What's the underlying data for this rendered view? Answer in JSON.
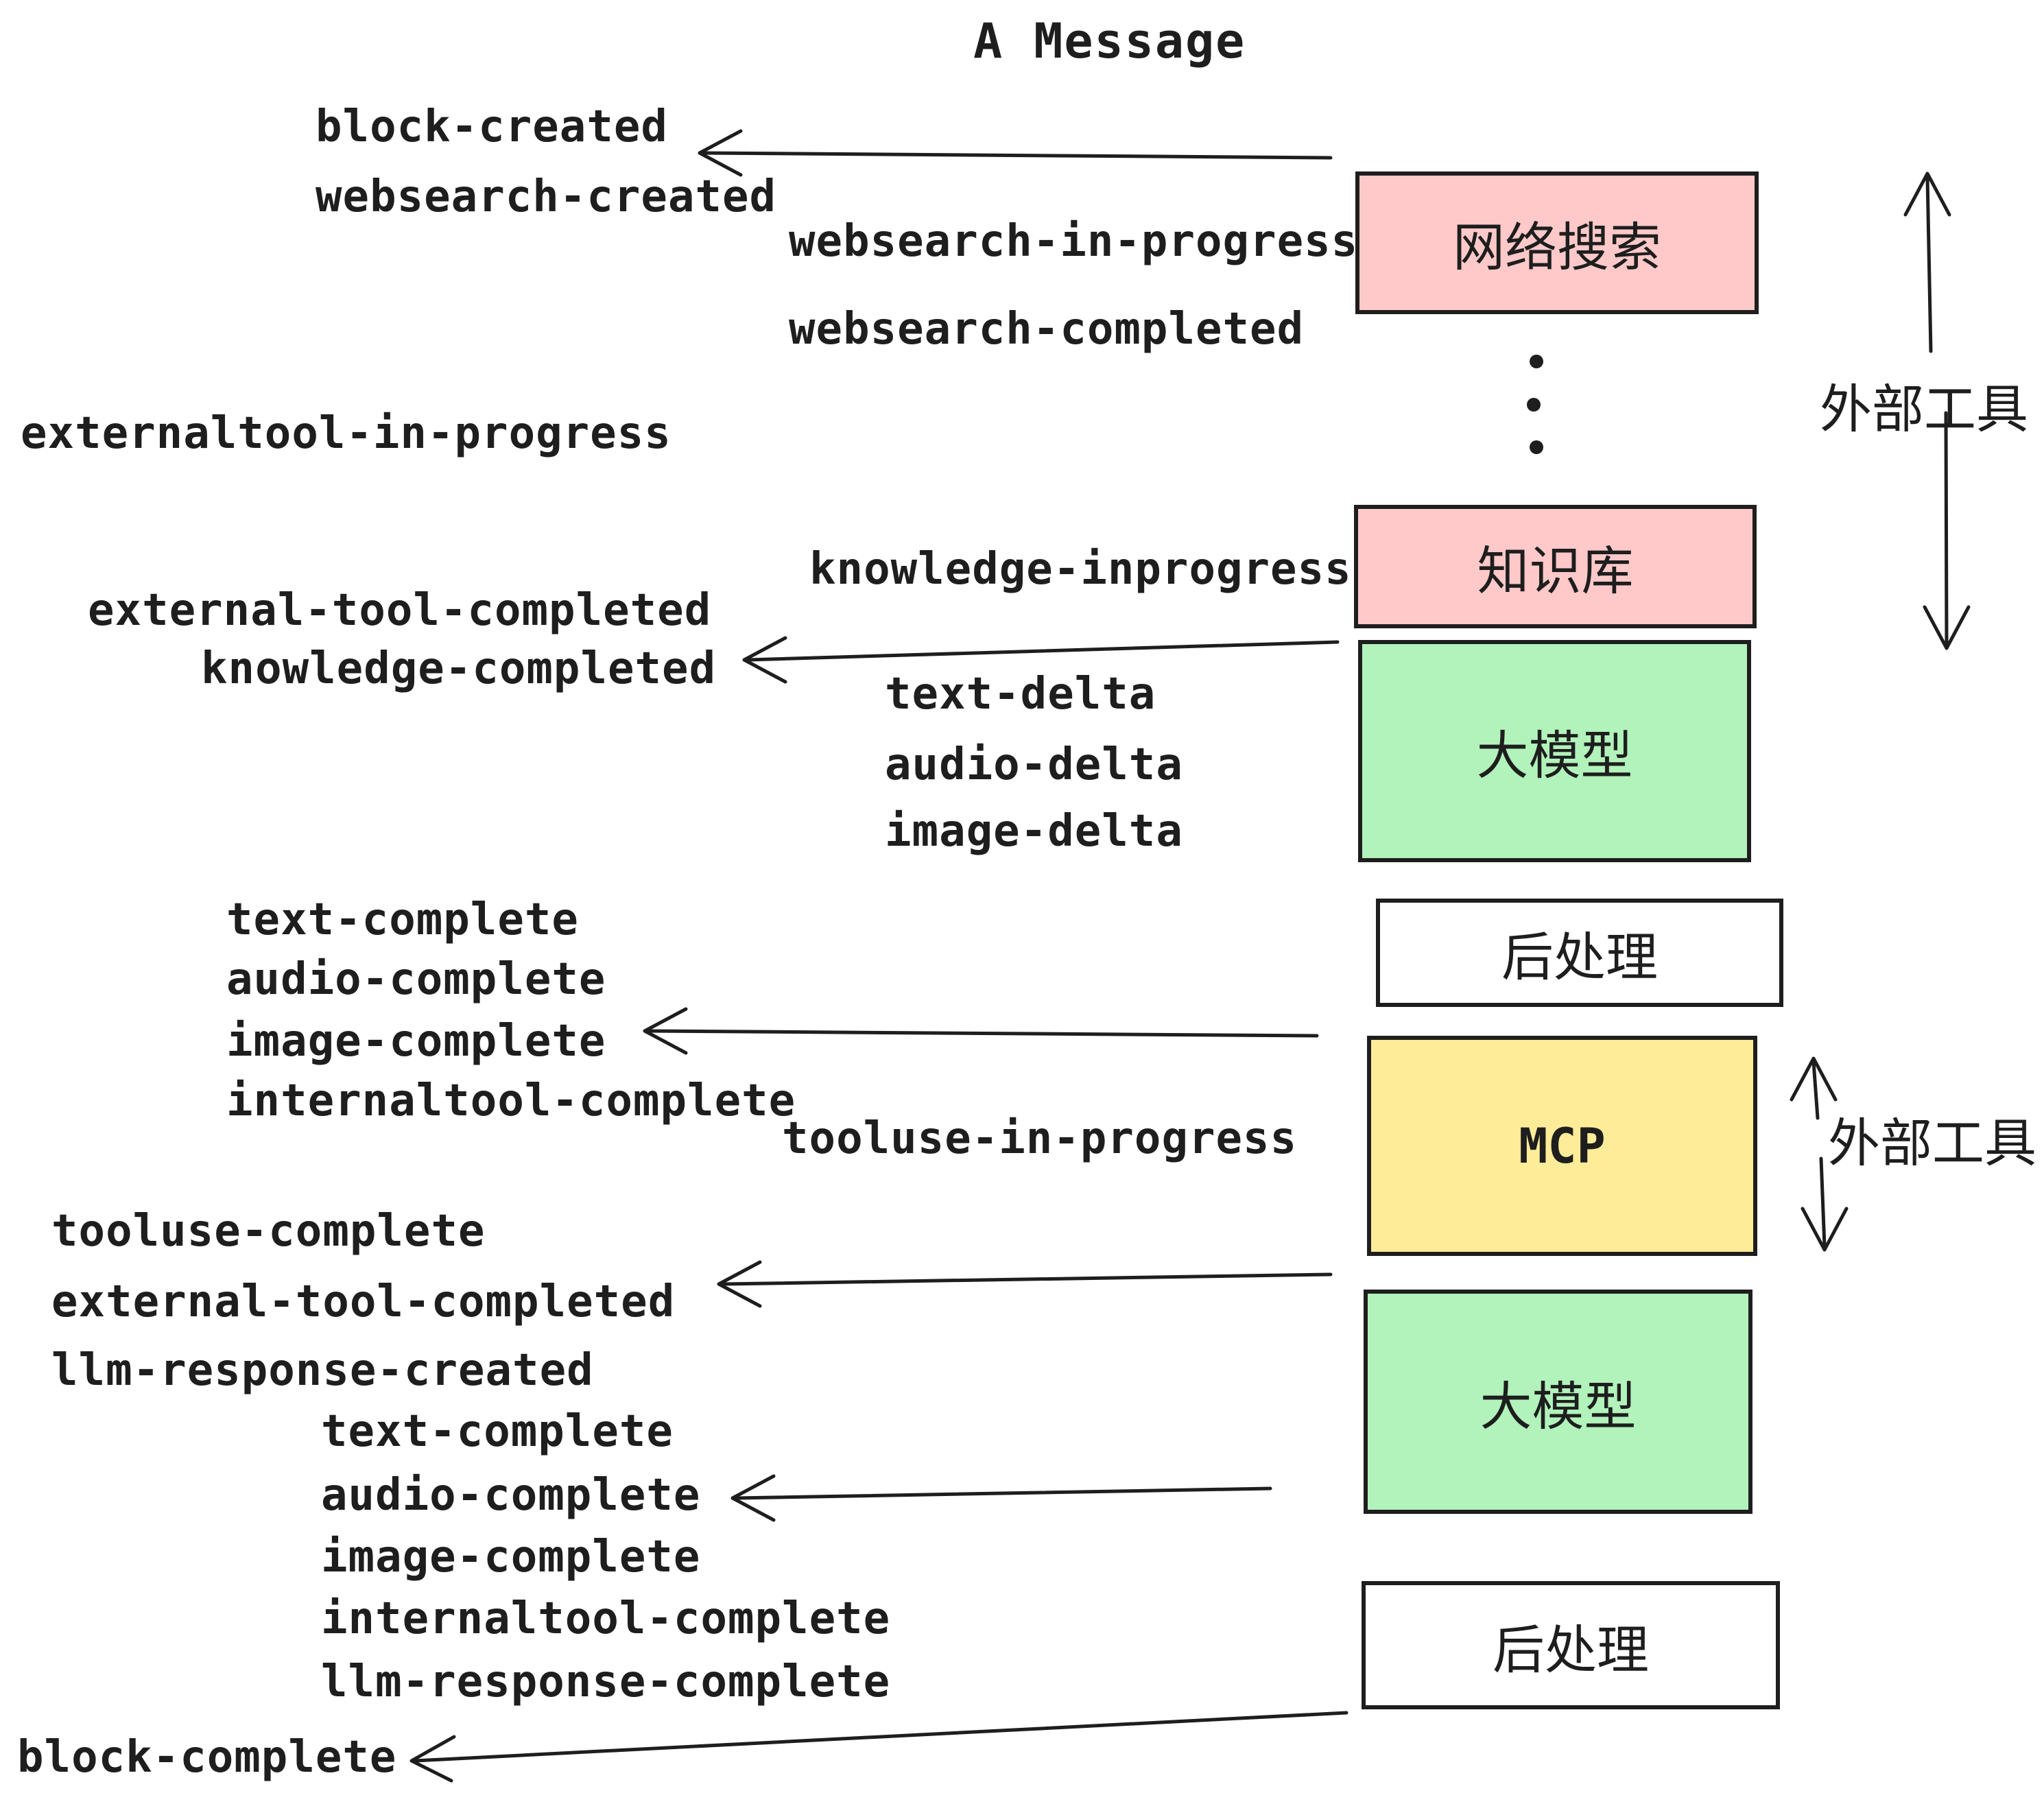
{
  "title": "A Message",
  "palette": {
    "ink": "#1e1e1e",
    "pink": "#ffc9c9",
    "green": "#b2f2bb",
    "yellow": "#ffec99",
    "white": "#ffffff"
  },
  "boxes": {
    "websearch": "网络搜索",
    "knowledge": "知识库",
    "llm_top": "大模型",
    "post_top": "后处理",
    "mcp": "MCP",
    "llm_bottom": "大模型",
    "post_bottom": "后处理"
  },
  "side_labels": {
    "external_tools_top": "外部工具",
    "external_tools_bottom": "外部工具"
  },
  "events": {
    "block_created": "block-created",
    "websearch_created": "websearch-created",
    "websearch_in_progress": "websearch-in-progress",
    "websearch_completed": "websearch-completed",
    "externaltool_in_progress": "externaltool-in-progress",
    "knowledge_inprogress": "knowledge-inprogress",
    "external_tool_completed_1": "external-tool-completed",
    "knowledge_completed": "knowledge-completed",
    "text_delta_1": "text-delta",
    "audio_delta_1": "audio-delta",
    "image_delta_1": "image-delta",
    "text_complete_1": "text-complete",
    "audio_complete_1": "audio-complete",
    "image_complete_1": "image-complete",
    "internaltool_complete_1": "internaltool-complete",
    "tooluse_in_progress": "tooluse-in-progress",
    "tooluse_complete": "tooluse-complete",
    "external_tool_completed_2": "external-tool-completed",
    "llm_response_created": "llm-response-created",
    "text_complete_2": "text-complete",
    "audio_complete_2": "audio-complete",
    "image_complete_2": "image-complete",
    "internaltool_complete_2": "internaltool-complete",
    "llm_response_complete": "llm-response-complete",
    "block_complete": "block-complete"
  }
}
